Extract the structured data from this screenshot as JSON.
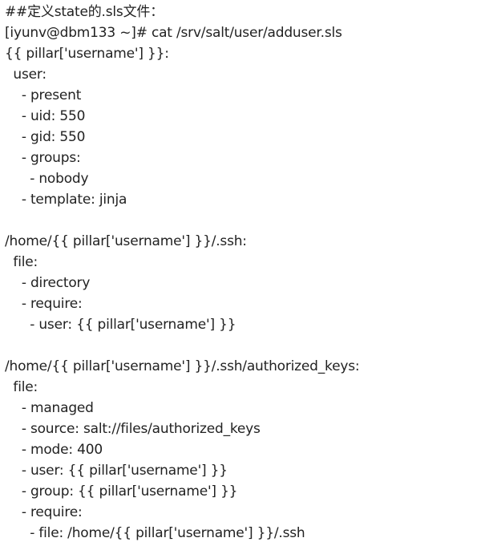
{
  "document": {
    "lines": [
      "##定义state的.sls文件：",
      "[iyunv@dbm133 ~]# cat /srv/salt/user/adduser.sls",
      "{{ pillar['username'] }}:",
      "  user:",
      "    - present",
      "    - uid: 550",
      "    - gid: 550",
      "    - groups:",
      "      - nobody",
      "    - template: jinja",
      "",
      "/home/{{ pillar['username'] }}/.ssh:",
      "  file:",
      "    - directory",
      "    - require:",
      "      - user: {{ pillar['username'] }}",
      "",
      "/home/{{ pillar['username'] }}/.ssh/authorized_keys:",
      "  file:",
      "    - managed",
      "    - source: salt://files/authorized_keys",
      "    - mode: 400",
      "    - user: {{ pillar['username'] }}",
      "    - group: {{ pillar['username'] }}",
      "    - require:",
      "      - file: /home/{{ pillar['username'] }}/.ssh"
    ]
  },
  "colors": {
    "text": "#222222",
    "background": "#ffffff"
  }
}
